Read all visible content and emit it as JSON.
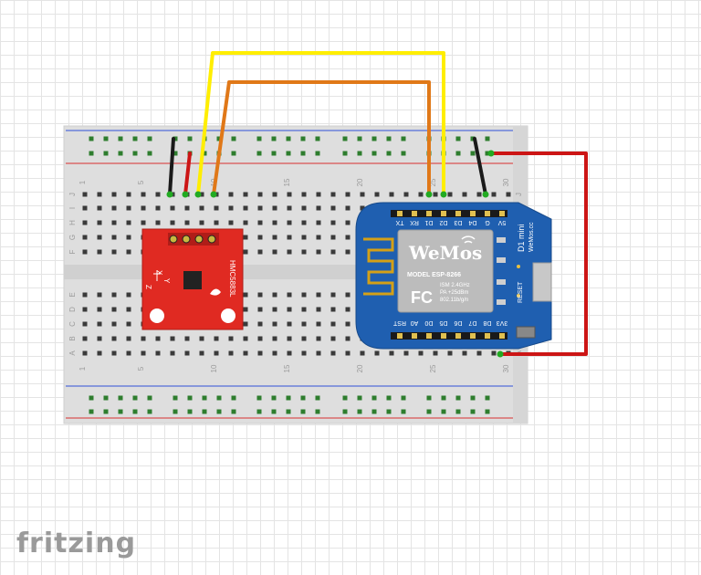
{
  "app": {
    "logo": "fritzing"
  },
  "breadboard": {
    "column_numbers": [
      "1",
      "5",
      "10",
      "15",
      "20",
      "25",
      "30"
    ],
    "row_letters_top": [
      "J",
      "I",
      "H",
      "G",
      "F"
    ],
    "row_letters_bottom": [
      "E",
      "D",
      "C",
      "B",
      "A"
    ]
  },
  "sensor": {
    "name": "HMC5883L",
    "axis_x": "X",
    "axis_y": "Y",
    "axis_z": "Z"
  },
  "wemos": {
    "brand": "WeMos",
    "model_line": "MODEL  ESP-8266",
    "spec_1": "ISM 2.4GHz",
    "spec_2": "PA +25dBm",
    "spec_3": "802.11b/g/n",
    "fcc": "FC",
    "board_name": "D1 mini",
    "board_site": "WeMos.cc",
    "reset_label": "RESET",
    "top_pins": [
      "TX",
      "RX",
      "D1",
      "D2",
      "D3",
      "D4",
      "G",
      "5V"
    ],
    "bottom_pins": [
      "RST",
      "A0",
      "D0",
      "D5",
      "D6",
      "D7",
      "D8",
      "3V3"
    ]
  },
  "colors": {
    "breadboard": "#dedede",
    "red_rail": "#d83030",
    "blue_rail": "#3050d8",
    "sensor_board": "#e02a22",
    "wemos_board": "#1f5fb0",
    "wire_black": "#1a1a1a",
    "wire_red": "#cc1515",
    "wire_yellow": "#ffee00",
    "wire_orange": "#e07818",
    "wire_green": "#22aa22"
  }
}
